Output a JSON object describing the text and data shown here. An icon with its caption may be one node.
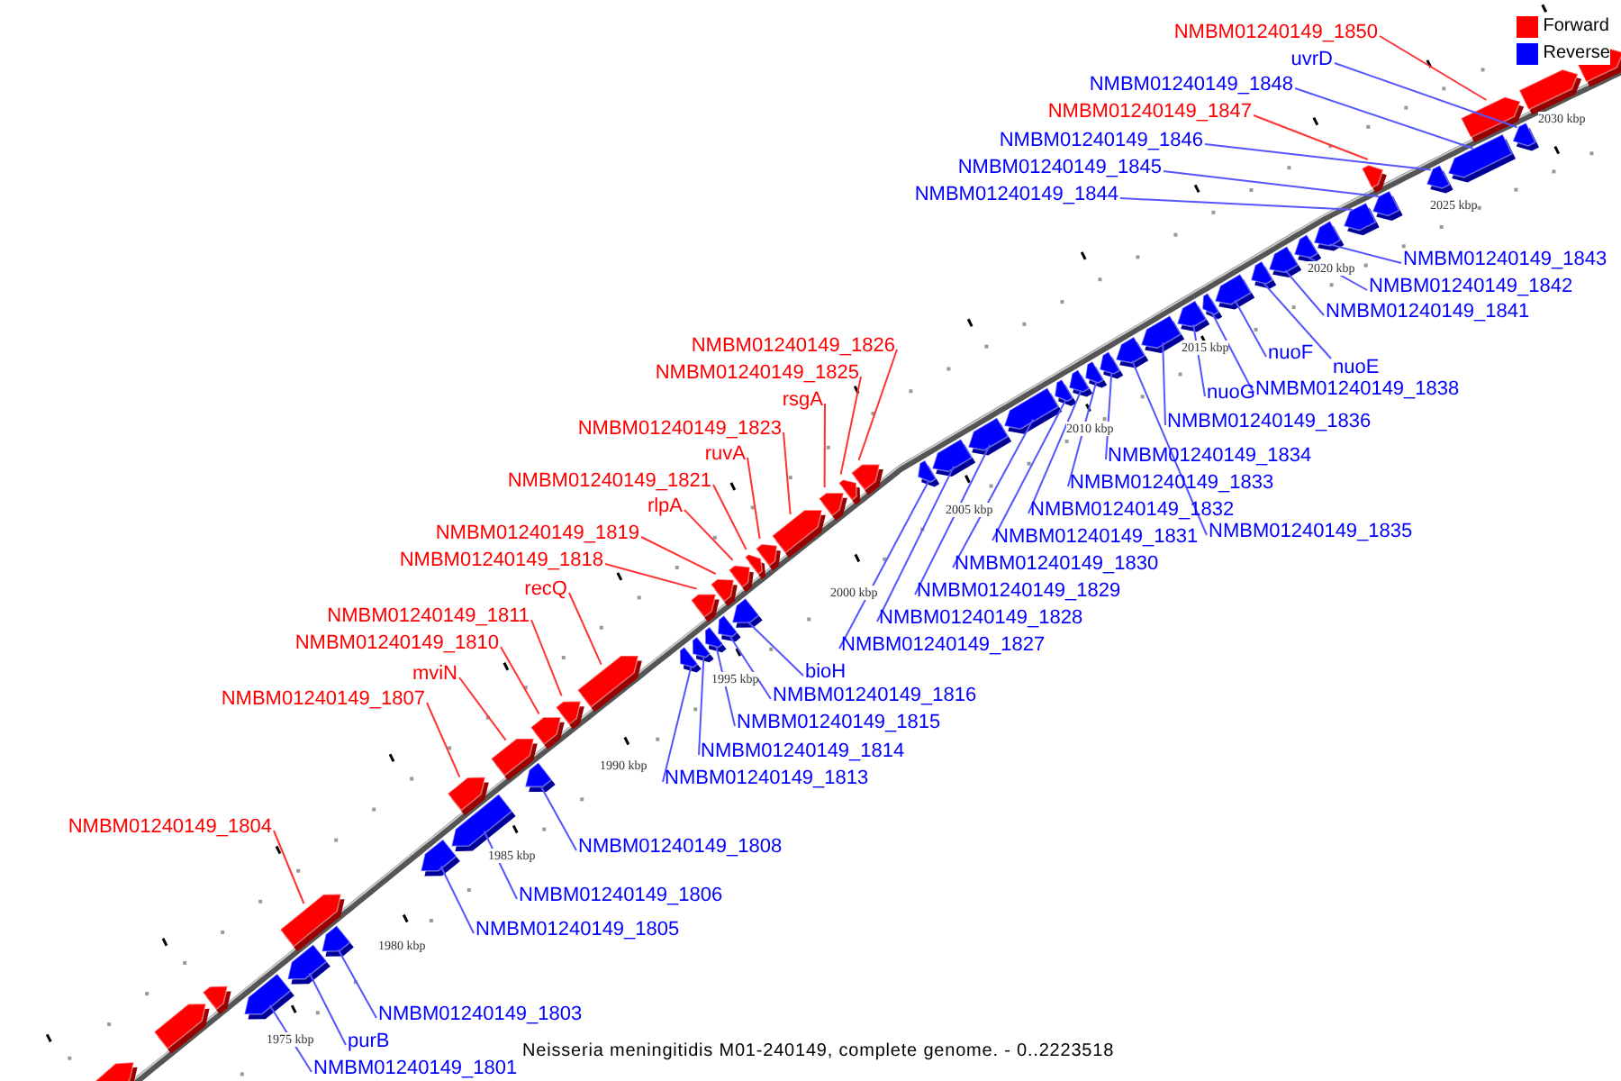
{
  "diagram": {
    "caption": "Neisseria meningitidis M01-240149, complete genome. - 0..2223518",
    "nodes": [
      {
        "text": [
          "NMBM01240149_1850"
        ]
      },
      {
        "text": [
          "uvrD"
        ]
      },
      {
        "text": [
          "NMBM01240149_1848"
        ]
      },
      {
        "text": [
          "NMBM01240149_1847"
        ]
      },
      {
        "text": [
          "NMBM01240149_1846"
        ]
      },
      {
        "text": [
          "NMBM01240149_1845"
        ]
      },
      {
        "text": [
          "NMBM01240149_1844"
        ]
      },
      {
        "text": [
          "NMBM01240149_1843"
        ]
      },
      {
        "text": [
          "NMBM01240149_1842"
        ]
      },
      {
        "text": [
          "NMBM01240149_1841"
        ]
      },
      {
        "text": [
          "NMBM01240149_1826"
        ]
      },
      {
        "text": [
          "nuoF"
        ]
      },
      {
        "text": [
          "nuoE"
        ]
      },
      {
        "text": [
          "NMBM01240149_1825"
        ]
      },
      {
        "text": [
          "NMBM01240149_1838"
        ]
      },
      {
        "text": [
          "nuoG"
        ]
      },
      {
        "text": [
          "rsgA"
        ]
      },
      {
        "text": [
          "NMBM01240149_1836"
        ]
      },
      {
        "text": [
          "NMBM01240149_1823"
        ]
      },
      {
        "text": [
          "ruvA"
        ]
      },
      {
        "text": [
          "NMBM01240149_1834"
        ]
      },
      {
        "text": [
          "NMBM01240149_1821"
        ]
      },
      {
        "text": [
          "NMBM01240149_1833"
        ]
      },
      {
        "text": [
          "rlpA"
        ]
      },
      {
        "text": [
          "NMBM01240149_1832"
        ]
      },
      {
        "text": [
          "NMBM01240149_1835"
        ]
      },
      {
        "text": [
          "NMBM01240149_1819"
        ]
      },
      {
        "text": [
          "NMBM01240149_1831"
        ]
      },
      {
        "text": [
          "NMBM01240149_1818"
        ]
      },
      {
        "text": [
          "NMBM01240149_1830"
        ]
      },
      {
        "text": [
          "recQ"
        ]
      },
      {
        "text": [
          "NMBM01240149_1829"
        ]
      },
      {
        "text": [
          "NMBM01240149_1811"
        ]
      },
      {
        "text": [
          "NMBM01240149_1828"
        ]
      },
      {
        "text": [
          "NMBM01240149_1810"
        ]
      },
      {
        "text": [
          "NMBM01240149_1827"
        ]
      },
      {
        "text": [
          "bioH"
        ]
      },
      {
        "text": [
          "mviN"
        ]
      },
      {
        "text": [
          "NMBM01240149_1816"
        ]
      },
      {
        "text": [
          "NMBM01240149_1807"
        ]
      },
      {
        "text": [
          "NMBM01240149_1815"
        ]
      },
      {
        "text": [
          "NMBM01240149_1814"
        ]
      },
      {
        "text": [
          "NMBM01240149_1813"
        ]
      },
      {
        "text": [
          "NMBM01240149_1804"
        ]
      },
      {
        "text": [
          "NMBM01240149_1808"
        ]
      },
      {
        "text": [
          "NMBM01240149_1806"
        ]
      },
      {
        "text": [
          "NMBM01240149_1805"
        ]
      },
      {
        "text": [
          "NMBM01240149_1803"
        ]
      },
      {
        "text": [
          "purB"
        ]
      },
      {
        "text": [
          "NMBM01240149_1801"
        ]
      },
      {
        "text": [],
        "shape": "box"
      },
      {
        "text": [],
        "shape": "box"
      },
      {
        "text": [],
        "shape": "box"
      },
      {
        "text": [],
        "shape": "box"
      },
      {
        "text": [],
        "shape": "box"
      },
      {
        "text": [],
        "shape": "box"
      },
      {
        "text": [],
        "shape": "box"
      },
      {
        "text": [],
        "shape": "box"
      },
      {
        "text": [],
        "shape": "box"
      },
      {
        "text": [],
        "shape": "box"
      },
      {
        "text": [],
        "shape": "box"
      },
      {
        "text": [],
        "shape": "box"
      },
      {
        "text": [],
        "shape": "box"
      },
      {
        "text": [],
        "shape": "box"
      },
      {
        "text": [],
        "shape": "box"
      },
      {
        "text": [],
        "shape": "box"
      },
      {
        "text": [],
        "shape": "box"
      },
      {
        "text": [],
        "shape": "box"
      },
      {
        "text": [],
        "shape": "box"
      },
      {
        "text": [],
        "shape": "box"
      },
      {
        "text": [],
        "shape": "box"
      },
      {
        "text": [],
        "shape": "box"
      },
      {
        "text": [],
        "shape": "box"
      },
      {
        "text": [],
        "shape": "box"
      },
      {
        "text": [],
        "shape": "box"
      },
      {
        "text": [],
        "shape": "box"
      },
      {
        "text": [],
        "shape": "box"
      },
      {
        "text": [],
        "shape": "box"
      },
      {
        "text": [],
        "shape": "box"
      },
      {
        "text": [],
        "shape": "box"
      },
      {
        "text": [],
        "shape": "box"
      },
      {
        "text": [],
        "shape": "box"
      },
      {
        "text": [],
        "shape": "box"
      },
      {
        "text": [],
        "shape": "box"
      },
      {
        "text": [],
        "shape": "box"
      },
      {
        "text": [],
        "shape": "box"
      },
      {
        "text": [],
        "shape": "box"
      },
      {
        "text": [],
        "shape": "box"
      },
      {
        "text": [],
        "shape": "box"
      },
      {
        "text": [],
        "shape": "box"
      },
      {
        "text": [],
        "shape": "box"
      },
      {
        "text": [],
        "shape": "box"
      },
      {
        "text": [],
        "shape": "box"
      },
      {
        "text": [],
        "shape": "box"
      },
      {
        "text": [],
        "shape": "box"
      },
      {
        "text": [],
        "shape": "box"
      },
      {
        "text": [],
        "shape": "box"
      },
      {
        "text": [],
        "shape": "box"
      },
      {
        "text": [],
        "shape": "box"
      },
      {
        "text": [],
        "shape": "box"
      },
      {
        "text": [],
        "shape": "box"
      },
      {
        "text": [],
        "shape": "box"
      },
      {
        "text": [],
        "shape": "box"
      },
      {
        "text": [],
        "shape": "box"
      },
      {
        "text": [],
        "shape": "box"
      }
    ],
    "edges": [
      {
        "from": 0,
        "to": 101,
        "arrow": "none",
        "color": "#ff3333"
      },
      {
        "from": 1,
        "to": 102,
        "arrow": "none"
      },
      {
        "from": 2,
        "to": 100,
        "arrow": "none"
      },
      {
        "from": 3,
        "to": 98,
        "arrow": "none",
        "color": "#ff3333"
      },
      {
        "from": 4,
        "to": 99,
        "arrow": "none"
      },
      {
        "from": 5,
        "to": 97,
        "arrow": "none"
      },
      {
        "from": 6,
        "to": 96,
        "arrow": "none"
      },
      {
        "from": 7,
        "to": 95,
        "arrow": "none"
      },
      {
        "from": 8,
        "to": 94,
        "arrow": "none"
      },
      {
        "from": 9,
        "to": 93,
        "arrow": "none"
      },
      {
        "from": 10,
        "to": 78,
        "arrow": "none",
        "color": "#ff3333"
      },
      {
        "from": 11,
        "to": 91,
        "arrow": "none"
      },
      {
        "from": 12,
        "to": 92,
        "arrow": "none"
      },
      {
        "from": 13,
        "to": 77,
        "arrow": "none",
        "color": "#ff3333"
      },
      {
        "from": 14,
        "to": 90,
        "arrow": "none"
      },
      {
        "from": 15,
        "to": 89,
        "arrow": "none"
      },
      {
        "from": 16,
        "to": 76,
        "arrow": "none",
        "color": "#ff3333"
      },
      {
        "from": 17,
        "to": 88,
        "arrow": "none"
      },
      {
        "from": 18,
        "to": 75,
        "arrow": "none",
        "color": "#ff3333"
      },
      {
        "from": 19,
        "to": 74,
        "arrow": "none",
        "color": "#ff3333"
      },
      {
        "from": 20,
        "to": 86,
        "arrow": "none"
      },
      {
        "from": 21,
        "to": 73,
        "arrow": "none",
        "color": "#ff3333"
      },
      {
        "from": 22,
        "to": 85,
        "arrow": "none"
      },
      {
        "from": 23,
        "to": 72,
        "arrow": "none",
        "color": "#ff3333"
      },
      {
        "from": 24,
        "to": 84,
        "arrow": "none"
      },
      {
        "from": 25,
        "to": 87,
        "arrow": "none"
      },
      {
        "from": 26,
        "to": 71,
        "arrow": "none",
        "color": "#ff3333"
      },
      {
        "from": 27,
        "to": 83,
        "arrow": "none"
      },
      {
        "from": 28,
        "to": 69,
        "arrow": "none",
        "color": "#ff3333"
      },
      {
        "from": 29,
        "to": 82,
        "arrow": "none"
      },
      {
        "from": 30,
        "to": 64,
        "arrow": "none",
        "color": "#ff3333"
      },
      {
        "from": 31,
        "to": 81,
        "arrow": "none"
      },
      {
        "from": 32,
        "to": 63,
        "arrow": "none",
        "color": "#ff3333"
      },
      {
        "from": 33,
        "to": 80,
        "arrow": "none"
      },
      {
        "from": 34,
        "to": 62,
        "arrow": "none",
        "color": "#ff3333"
      },
      {
        "from": 35,
        "to": 79,
        "arrow": "none"
      },
      {
        "from": 36,
        "to": 70,
        "arrow": "none"
      },
      {
        "from": 37,
        "to": 60,
        "arrow": "none",
        "color": "#ff3333"
      },
      {
        "from": 38,
        "to": 68,
        "arrow": "none"
      },
      {
        "from": 39,
        "to": 59,
        "arrow": "none",
        "color": "#ff3333"
      },
      {
        "from": 40,
        "to": 67,
        "arrow": "none"
      },
      {
        "from": 41,
        "to": 66,
        "arrow": "none"
      },
      {
        "from": 42,
        "to": 65,
        "arrow": "none"
      },
      {
        "from": 43,
        "to": 55,
        "arrow": "none",
        "color": "#ff3333"
      },
      {
        "from": 44,
        "to": 61,
        "arrow": "none"
      },
      {
        "from": 45,
        "to": 58,
        "arrow": "none"
      },
      {
        "from": 46,
        "to": 57,
        "arrow": "none"
      },
      {
        "from": 47,
        "to": 56,
        "arrow": "none"
      },
      {
        "from": 48,
        "to": 54,
        "arrow": "none"
      },
      {
        "from": 49,
        "to": 53,
        "arrow": "none"
      }
    ],
    "labels": [
      "2030 kbp",
      "2025 kbp",
      "2020 kbp",
      "2015 kbp",
      "2010 kbp",
      "2005 kbp",
      "2000 kbp",
      "1995 kbp",
      "1990 kbp",
      "1985 kbp",
      "1980 kbp",
      "1975 kbp"
    ],
    "legend": [
      {
        "text": "Forward",
        "color": "#ff0000"
      },
      {
        "text": "Reverse",
        "color": "#0000ff"
      }
    ]
  }
}
